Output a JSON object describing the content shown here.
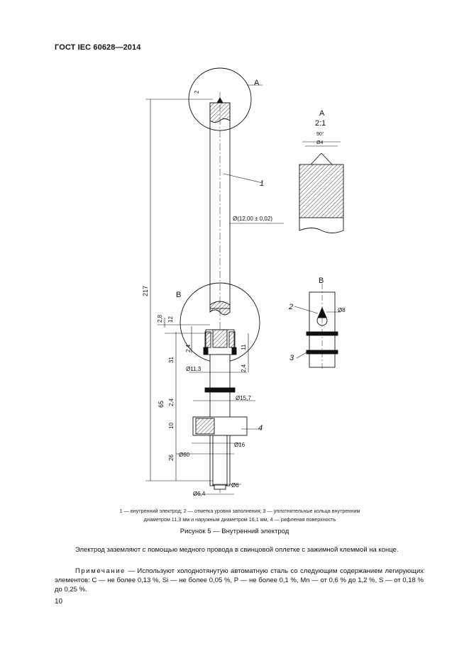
{
  "header": {
    "title": "ГОСТ IEC 60628—2014"
  },
  "figure": {
    "labels": {
      "detail_a": "A",
      "detail_b": "B",
      "scale": "2:1",
      "angle": "90°",
      "dia_main": "Ø(12,00 ± 0,02)",
      "dia_tip": "Ø4",
      "dia_bead": "Ø8",
      "dia_11": "Ø11,3",
      "dia_15": "Ø15,7",
      "dia_16": "Ø16",
      "dia_60": "Ø60",
      "dia_6": "Ø6",
      "dia_64": "Ø6,4",
      "dim_217": "217",
      "dim_65": "65",
      "dim_2": "2",
      "dim_28": "2,8",
      "dim_12": "12",
      "dim_24": "2,4",
      "dim_11": "11",
      "dim_31": "31",
      "dim_10": "10",
      "dim_26": "26",
      "call_1": "1",
      "call_2": "2",
      "call_3": "3",
      "call_4": "4"
    },
    "caption_line1": "1 — внутренний электрод; 2 — отметка уровня заполнения; 3 — уплотнительные кольца внутренним",
    "caption_line2": "диаметром 11,3 мм и наружным диаметром 16,1 мм, 4 — рифленая поверхность",
    "title": "Рисунок 5 — Внутренний электрод"
  },
  "body": {
    "paragraph": "Электрод заземляют с помощью медного провода в свинцовой оплетке с зажимной клеммой на конце.",
    "note_label": "Примечание",
    "note_text": " — Используют холоднотянутую автоматную сталь со следующим содержанием легирующих элементов: С — не более 0,13 %, Si — не более 0,05 %, Р — не более 0,1 %, Мn — от 0,6 % до 1,2 %, S — от 0,18 % до 0,25 %."
  },
  "footer": {
    "page_number": "10"
  }
}
